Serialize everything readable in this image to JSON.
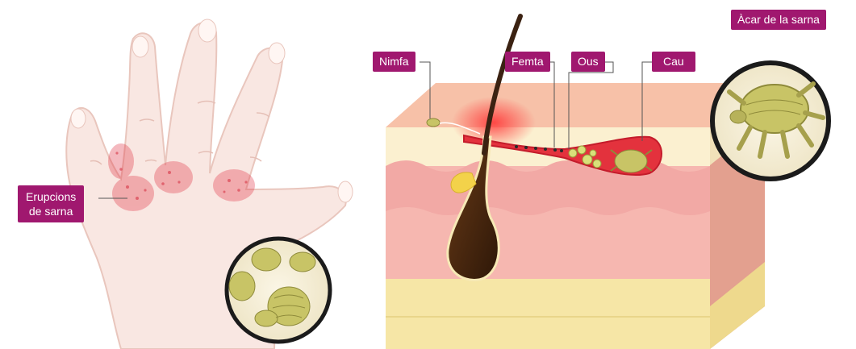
{
  "labels": {
    "rash": "Erupcions\nde sarna",
    "nymph": "Nimfa",
    "feces": "Femta",
    "eggs": "Ous",
    "burrow": "Cau",
    "mite": "Àcar de la sarna"
  },
  "colors": {
    "label_bg": "#a0186f",
    "skin_hand": "#f9e7e2",
    "rash": "#e23a4a",
    "skin_top": "#f7c1a8",
    "epidermis": "#fbf0d0",
    "dermis": "#f2a9a5",
    "fat": "#f6e6a6",
    "mite": "#c8c466",
    "hair": "#3b2212"
  }
}
